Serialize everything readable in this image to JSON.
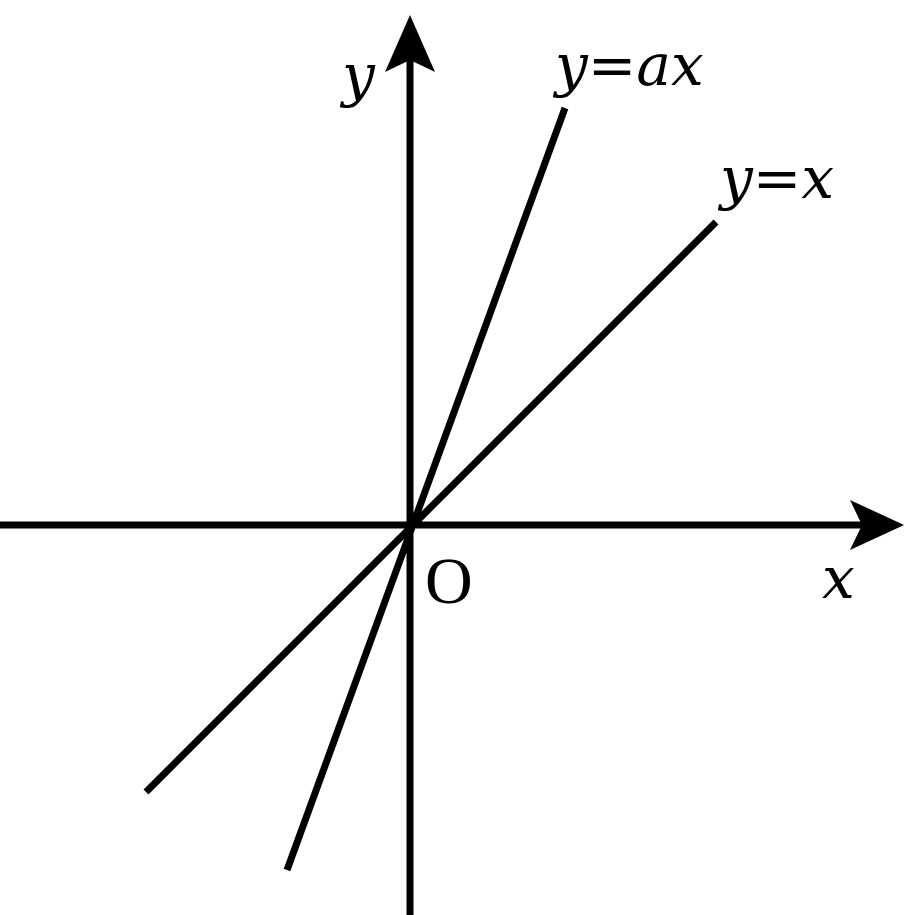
{
  "diagram": {
    "labels": {
      "y_axis": "y",
      "x_axis": "x",
      "origin": "O",
      "line_steep": "y=ax",
      "line_diagonal": "y=x"
    },
    "colors": {
      "ink": "#000000",
      "background": "#ffffff"
    }
  }
}
